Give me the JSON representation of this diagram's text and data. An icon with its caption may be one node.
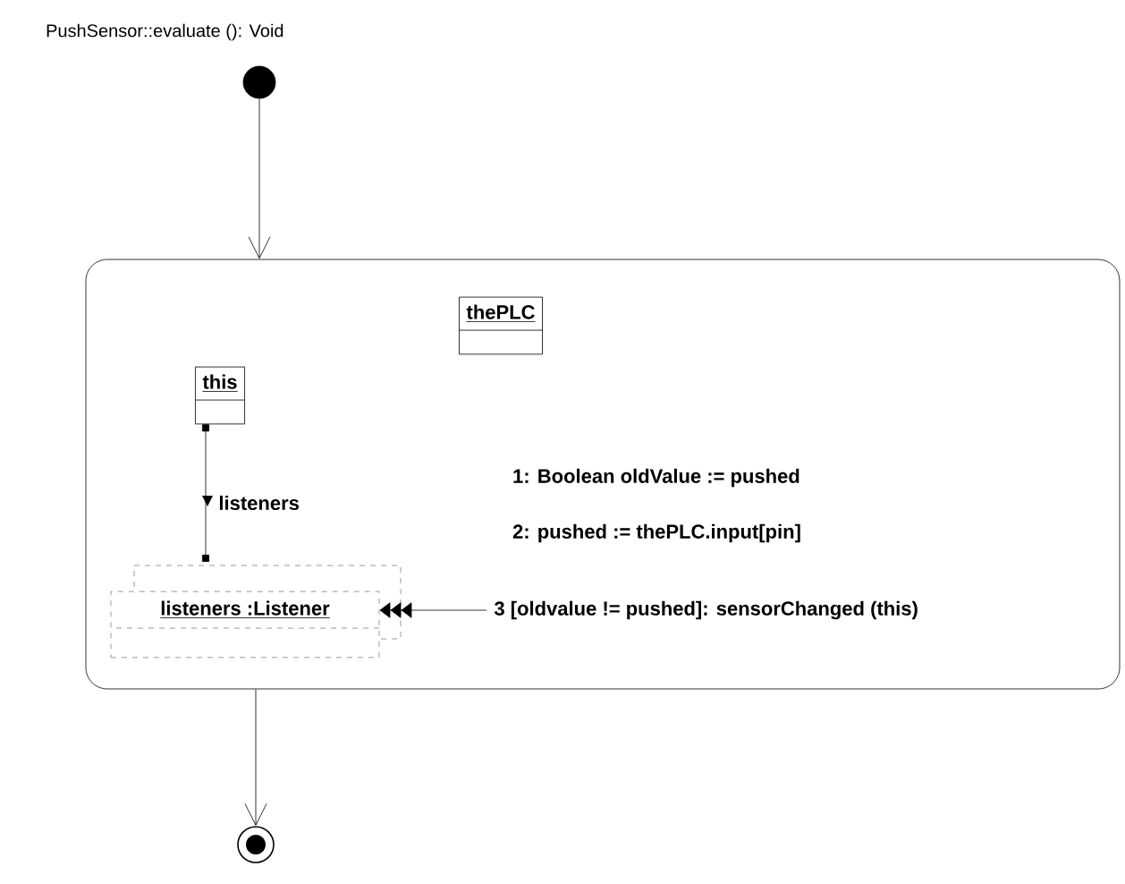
{
  "diagram": {
    "title": "PushSensor::evaluate (): Void",
    "nodes": [
      {
        "text": [],
        "shape": "circle"
      },
      {
        "text": [],
        "shape": "box"
      },
      {
        "text": [
          "thePLC"
        ],
        "in": 1
      },
      {
        "text": [
          "this"
        ],
        "in": 1
      },
      {
        "text": [
          "listeners :Listener"
        ],
        "in": 1
      },
      {
        "text": [],
        "shape": "circle"
      }
    ],
    "edges": [
      {
        "from": 0,
        "to": 1,
        "arrow": "to"
      },
      {
        "from": 3,
        "to": 4,
        "arrow": "other",
        "label": "listeners"
      },
      {
        "from": null,
        "to": 4,
        "arrow": "to",
        "label": "3 [oldvalue != pushed]: sensorChanged (this)"
      },
      {
        "from": 1,
        "to": 5,
        "arrow": "to"
      }
    ],
    "labels": [
      "1: Boolean oldValue := pushed",
      "2: pushed := thePLC.input[pin]"
    ]
  }
}
